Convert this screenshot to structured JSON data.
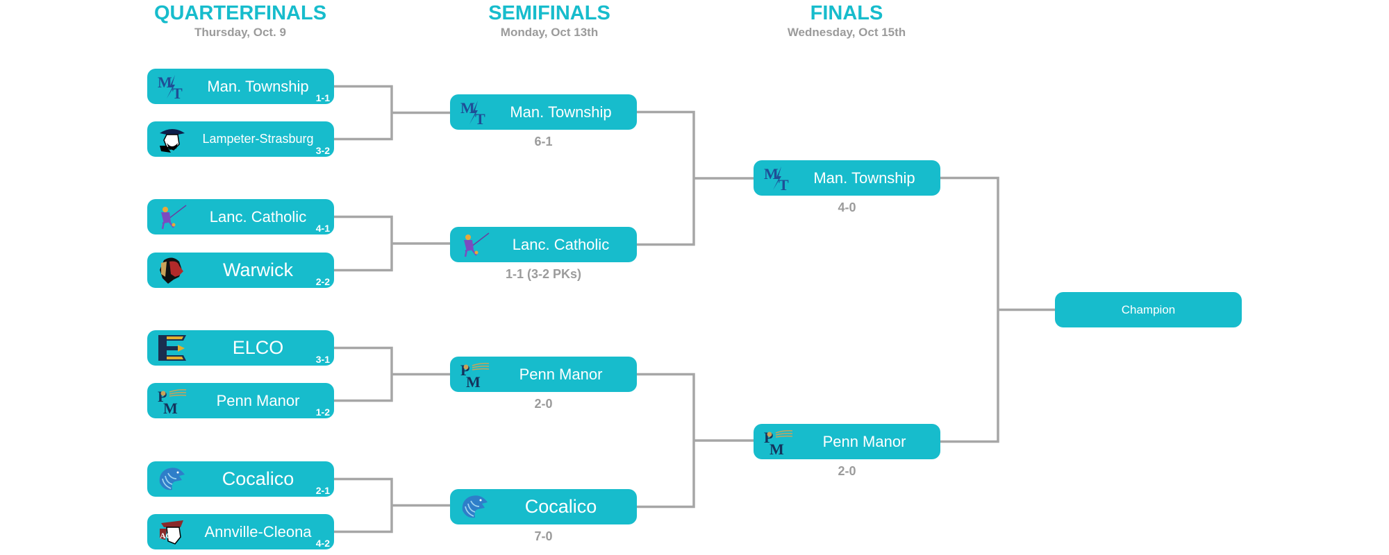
{
  "rounds": [
    {
      "title": "QUARTERFINALS",
      "date": "Thursday, Oct. 9"
    },
    {
      "title": "SEMIFINALS",
      "date": "Monday, Oct 13th"
    },
    {
      "title": "FINALS",
      "date": "Wednesday, Oct 15th"
    }
  ],
  "quarterfinals": [
    {
      "team": "Man. Township",
      "logo": "mt-logo",
      "record": "1-1"
    },
    {
      "team": "Lampeter-Strasburg",
      "logo": "pioneer-logo",
      "record": "3-2"
    },
    {
      "team": "Lanc. Catholic",
      "logo": "crusader-logo",
      "record": "4-1"
    },
    {
      "team": "Warwick",
      "logo": "warrior-logo",
      "record": "2-2"
    },
    {
      "team": "ELCO",
      "logo": "elco-logo",
      "record": "3-1"
    },
    {
      "team": "Penn Manor",
      "logo": "pm-logo",
      "record": "1-2"
    },
    {
      "team": "Cocalico",
      "logo": "eagle-logo",
      "record": "2-1"
    },
    {
      "team": "Annville-Cleona",
      "logo": "dutchmen-logo",
      "record": "4-2"
    }
  ],
  "semifinals": [
    {
      "team": "Man. Township",
      "logo": "mt-logo",
      "score": "6-1"
    },
    {
      "team": "Lanc. Catholic",
      "logo": "crusader-logo",
      "score": "1-1 (3-2 PKs)"
    },
    {
      "team": "Penn Manor",
      "logo": "pm-logo",
      "score": "2-0"
    },
    {
      "team": "Cocalico",
      "logo": "eagle-logo",
      "score": "7-0"
    }
  ],
  "finals": [
    {
      "team": "Man. Township",
      "logo": "mt-logo",
      "score": "4-0"
    },
    {
      "team": "Penn Manor",
      "logo": "pm-logo",
      "score": "2-0"
    }
  ],
  "champion": {
    "label": "Champion"
  },
  "colors": {
    "box": "#17bccc",
    "line": "#a6a6a6",
    "muted": "#9b9b9b"
  }
}
